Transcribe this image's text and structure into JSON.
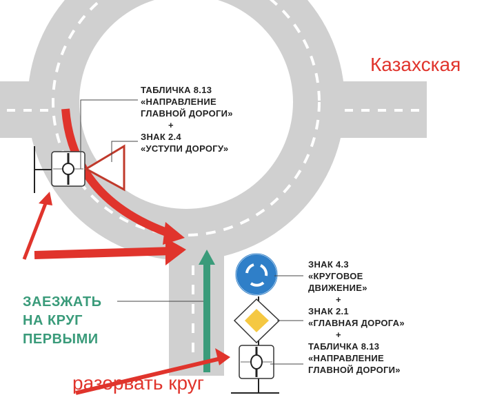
{
  "labels": {
    "street_name": "Казахская",
    "break_circle": "разорвать круг",
    "enter_first": [
      "ЗАЕЗЖАТЬ",
      "НА КРУГ",
      "ПЕРВЫМИ"
    ],
    "top_sign": {
      "line1": "ТАБЛИЧКА 8.13",
      "line2": "«НАПРАВЛЕНИЕ",
      "line3": "ГЛАВНОЙ ДОРОГИ»",
      "plus": "+",
      "line4": "ЗНАК 2.4",
      "line5": "«УСТУПИ ДОРОГУ»"
    },
    "bottom_sign": {
      "line1": "ЗНАК 4.3",
      "line2": "«КРУГОВОЕ",
      "line3": "ДВИЖЕНИЕ»",
      "plus1": "+",
      "line4": "ЗНАК 2.1",
      "line5": "«ГЛАВНАЯ ДОРОГА»",
      "plus2": "+",
      "line6": "ТАБЛИЧКА 8.13",
      "line7": "«НАПРАВЛЕНИЕ",
      "line8": "ГЛАВНОЙ ДОРОГИ»"
    }
  },
  "colors": {
    "road": "#d0d0d0",
    "red": "#e0342c",
    "green": "#3a9b7a",
    "blue": "#2f7fc8",
    "yellow": "#f5c842"
  }
}
